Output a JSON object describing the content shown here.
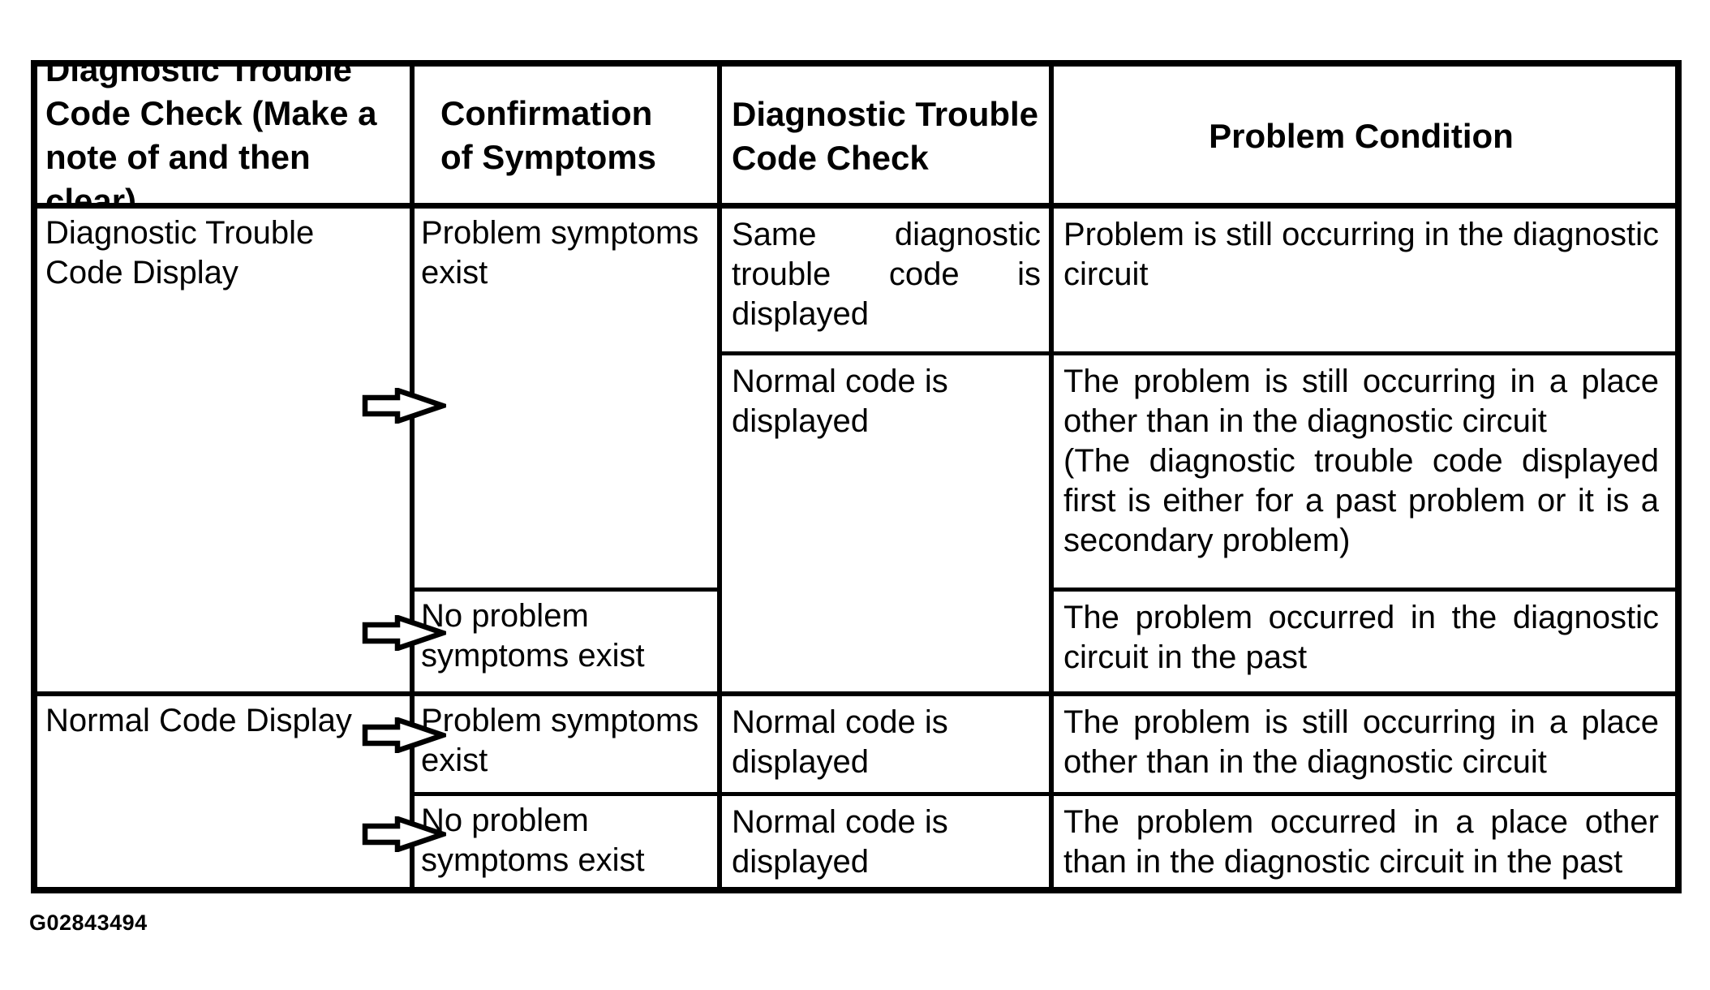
{
  "page": {
    "figure_code": "G02843494"
  },
  "colors": {
    "ink": "#000000",
    "paper": "#ffffff"
  },
  "table": {
    "headers": {
      "dtc_check_clear": "Diagnostic Trouble\nCode Check (Make a\nnote of and then clear)",
      "confirmation_of_symptoms": "Confirmation\nof Symptoms",
      "dtc_check": "Diagnostic Trouble Code Check",
      "problem_condition": "Problem Condition"
    },
    "body": {
      "dtc_display": "Diagnostic Trouble\nCode Display",
      "normal_code_display": "Normal Code Display",
      "problem_symptoms_exist_1": "Problem symptoms exist",
      "no_problem_symptoms_exist_1": "No problem symptoms exist",
      "problem_symptoms_exist_2": "Problem symptoms exist",
      "no_problem_symptoms_exist_2": "No problem symptoms exist",
      "same_dtc_displayed": "Same diagnostic trouble code is displayed",
      "normal_code_displayed_1": "Normal code is displayed",
      "normal_code_displayed_2": "Normal code is displayed",
      "normal_code_displayed_3": "Normal code is displayed",
      "problem_still_in_circuit": "Problem is still occurring in the diagnostic circuit",
      "problem_still_other_place_note": "The problem is still occurring in a place other than in the diagnostic circuit\n(The diagnostic trouble code displayed first is either for a past problem or it is a secondary problem)",
      "problem_occurred_circuit_past": "The problem occurred in the diagnostic circuit in the past",
      "problem_still_other_place": "The problem is still occurring in a place other than in the diagnostic circuit",
      "problem_occurred_other_place_past": "The problem occurred in a place other than in the diagnostic circuit in the past"
    }
  }
}
